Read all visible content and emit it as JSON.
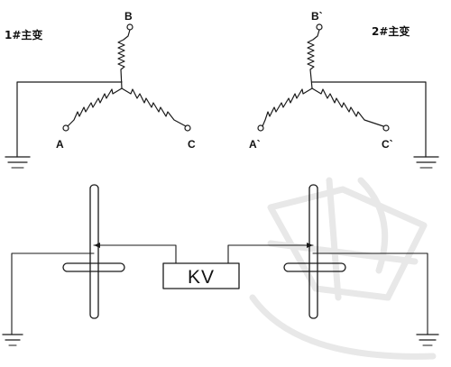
{
  "transformers": [
    {
      "title": "1#主变",
      "terminals": {
        "top": "B",
        "left": "A",
        "right": "C"
      }
    },
    {
      "title": "2#主变",
      "terminals": {
        "top": "B`",
        "left": "A`",
        "right": "C`"
      }
    }
  ],
  "meter": {
    "label": "KV"
  },
  "colors": {
    "line": "#1a1a1a",
    "watermark": "#e8e8e8",
    "background": "#ffffff"
  },
  "icons": [
    "ground-symbol",
    "resistor-zigzag",
    "terminal-circle"
  ]
}
